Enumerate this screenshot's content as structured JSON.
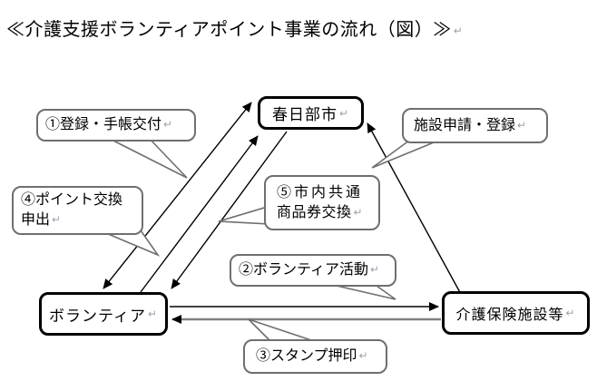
{
  "title": "≪介護支援ボランティアポイント事業の流れ（図）≫",
  "return_mark": "↵",
  "nodes": {
    "city": {
      "label": "春日部市"
    },
    "volunteer": {
      "label": "ボランティア"
    },
    "facility": {
      "label": "介護保険施設等"
    }
  },
  "callouts": {
    "registration": {
      "label": "①登録・手帳交付"
    },
    "facility_apply": {
      "label": "施設申請・登録"
    },
    "point_exchange": {
      "line1": "④ポイント交換",
      "line2": "申出"
    },
    "gift_certificate": {
      "line1": "⑤市内共通",
      "line2": "商品券交換"
    },
    "volunteer_activity": {
      "label": "②ボランティア活動"
    },
    "stamp": {
      "label": "③スタンプ押印"
    }
  },
  "arrows": {
    "registration_handbook": "ボランティア ↔ 春日部市 (double-headed)",
    "point_exchange": "ボランティア → 春日部市",
    "gift_certificate": "春日部市 → ボランティア",
    "facility_apply": "介護保険施設等 → 春日部市",
    "volunteer_activity": "ボランティア → 介護保険施設等",
    "stamp": "介護保険施設等 → ボランティア (gray line)"
  },
  "colors": {
    "line": "#000000",
    "gray_line": "#808080",
    "node_border": "#000000",
    "bubble_border": "#6f6f6f",
    "paragraph_mark": "#9aa4ad",
    "background": "#ffffff"
  }
}
